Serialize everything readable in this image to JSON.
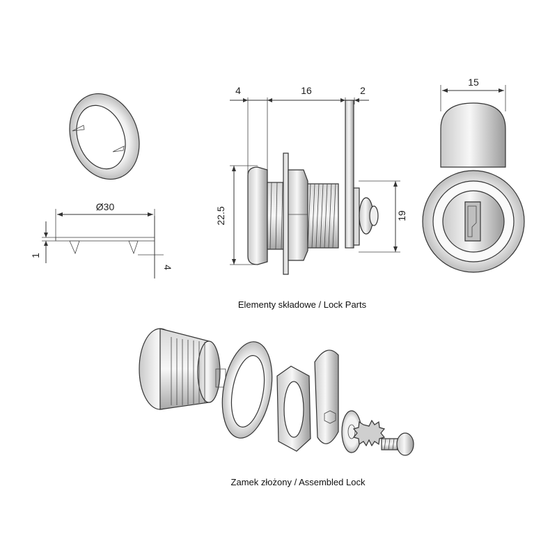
{
  "washer": {
    "diameter_label": "Ø30",
    "thickness_label": "1",
    "tab_label": "4"
  },
  "side_view": {
    "dim_top_left": "4",
    "dim_top_mid": "16",
    "dim_top_right": "2",
    "height_left": "22.5",
    "height_right": "19"
  },
  "front_view": {
    "width_label": "15"
  },
  "captions": {
    "parts": "Elementy składowe / Lock Parts",
    "assembled": "Zamek złożony / Assembled Lock"
  },
  "colors": {
    "line": "#333333",
    "metal_light": "#f2f2f2",
    "metal_mid": "#c9c9c9",
    "metal_dark": "#8a8a8a"
  }
}
